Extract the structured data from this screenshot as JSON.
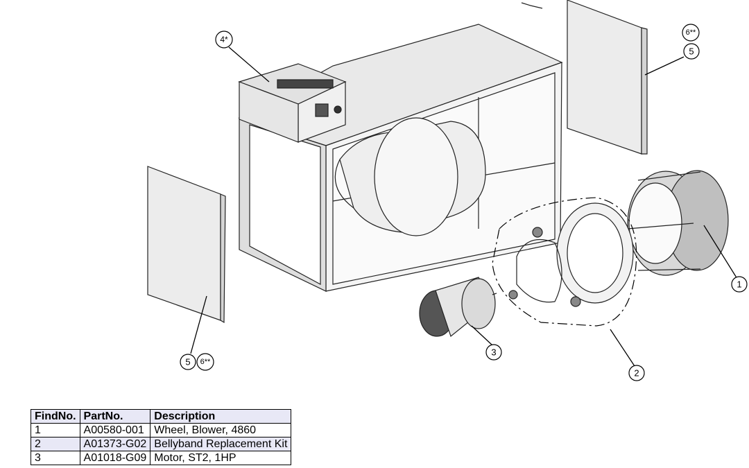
{
  "callouts": {
    "c1": "1",
    "c2": "2",
    "c3": "3",
    "c4": "4*",
    "c5_top": "5",
    "c6_top": "6**",
    "c5_bottom": "5",
    "c6_bottom": "6**"
  },
  "table": {
    "headers": [
      "FindNo.",
      "PartNo.",
      "Description"
    ],
    "rows": [
      [
        "1",
        "A00580-001",
        "Wheel, Blower, 4860"
      ],
      [
        "2",
        "A01373-G02",
        "Bellyband Replacement Kit"
      ],
      [
        "3",
        "A01018-G09",
        "Motor, ST2, 1HP"
      ]
    ]
  }
}
